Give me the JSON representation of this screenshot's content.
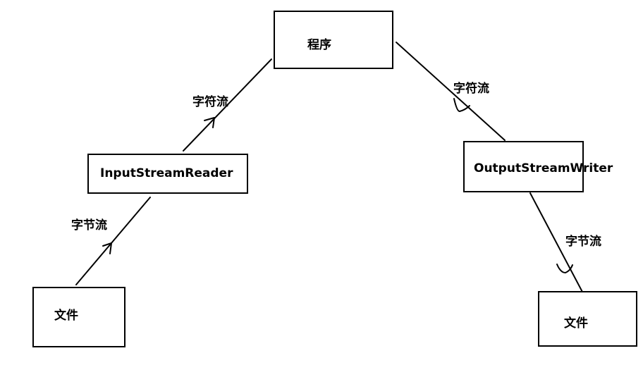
{
  "nodes": {
    "program": {
      "label": "程序"
    },
    "input_stream_reader": {
      "label": "InputStreamReader"
    },
    "output_stream_writer": {
      "label": "OutputStreamWriter"
    },
    "file_left": {
      "label": "文件"
    },
    "file_right": {
      "label": "文件"
    }
  },
  "edges": {
    "file_to_reader": {
      "label": "字节流"
    },
    "reader_to_program": {
      "label": "字符流"
    },
    "program_to_writer": {
      "label": "字符流"
    },
    "writer_to_file": {
      "label": "字节流"
    }
  },
  "colors": {
    "stroke": "#000000",
    "background": "#ffffff"
  }
}
